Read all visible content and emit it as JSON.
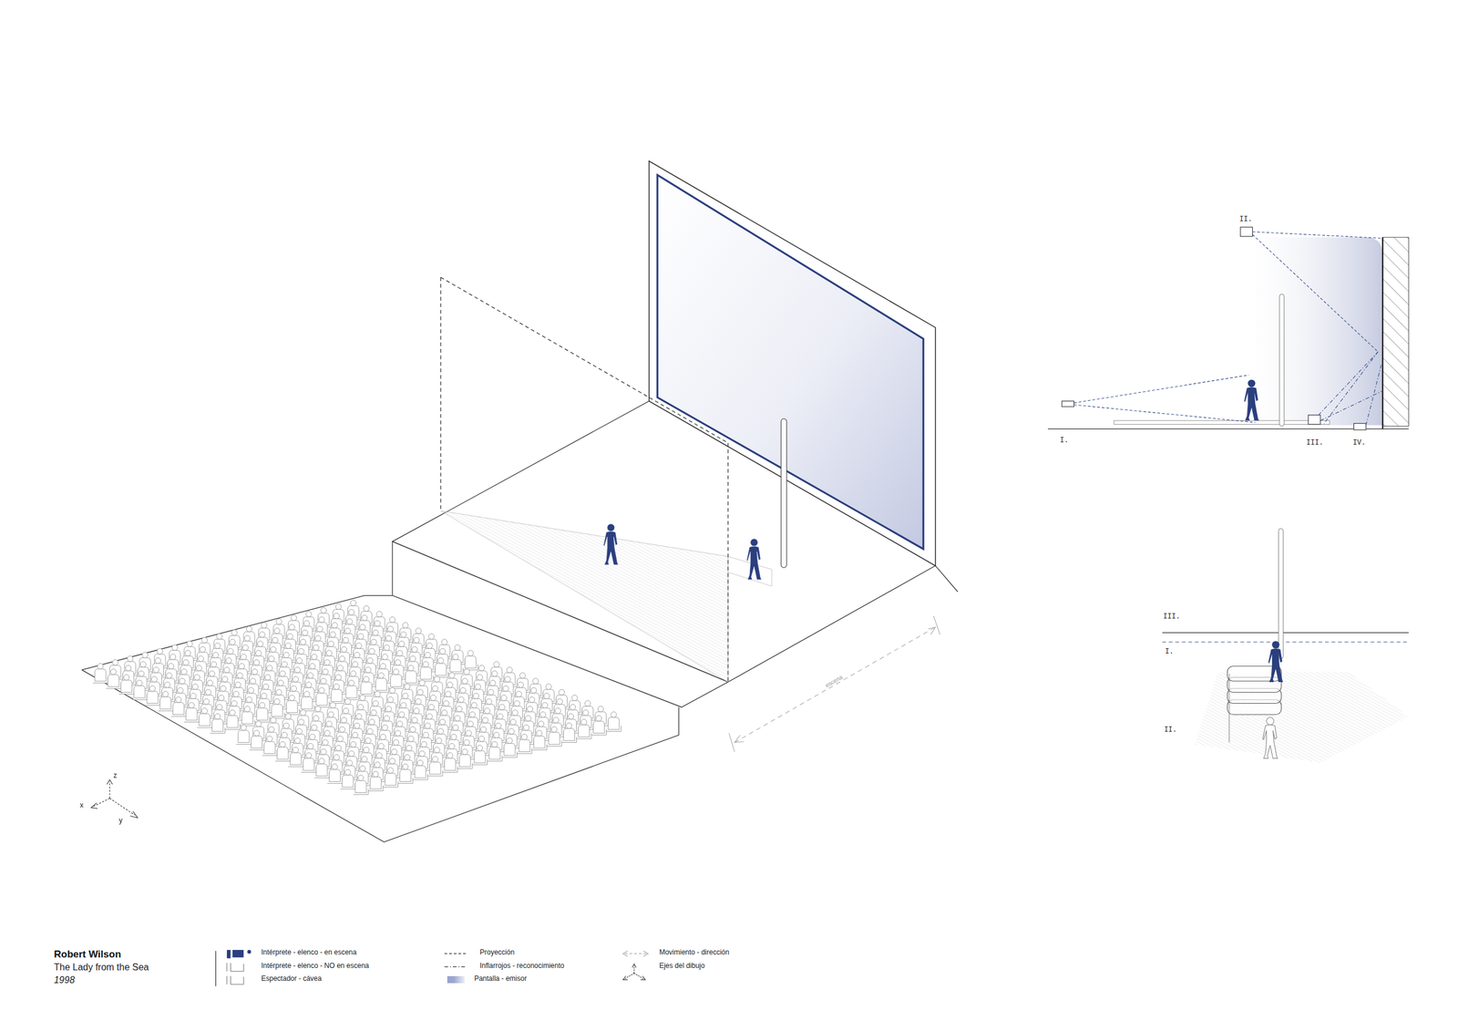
{
  "diagram": {
    "title": "Robert Wilson",
    "labels": [
      "The Lady from the Sea",
      "1998",
      "z",
      "x",
      "y",
      "escena",
      "II.",
      "I.",
      "III.",
      "IV.",
      "III.",
      "I.",
      "II."
    ],
    "legend": [
      {
        "text": "Intérprete - elenco - en escena"
      },
      {
        "text": "Intérprete - elenco - NO en escena"
      },
      {
        "text": "Espectador - cávea"
      },
      {
        "text": "Proyección"
      },
      {
        "text": "Inflarrojos - reconocimiento"
      },
      {
        "text": "Pantalla - emisor",
        "color": "#9ba5cf"
      },
      {
        "text": "Movimiento - dirección"
      },
      {
        "text": "Ejes del dibujo"
      }
    ]
  }
}
